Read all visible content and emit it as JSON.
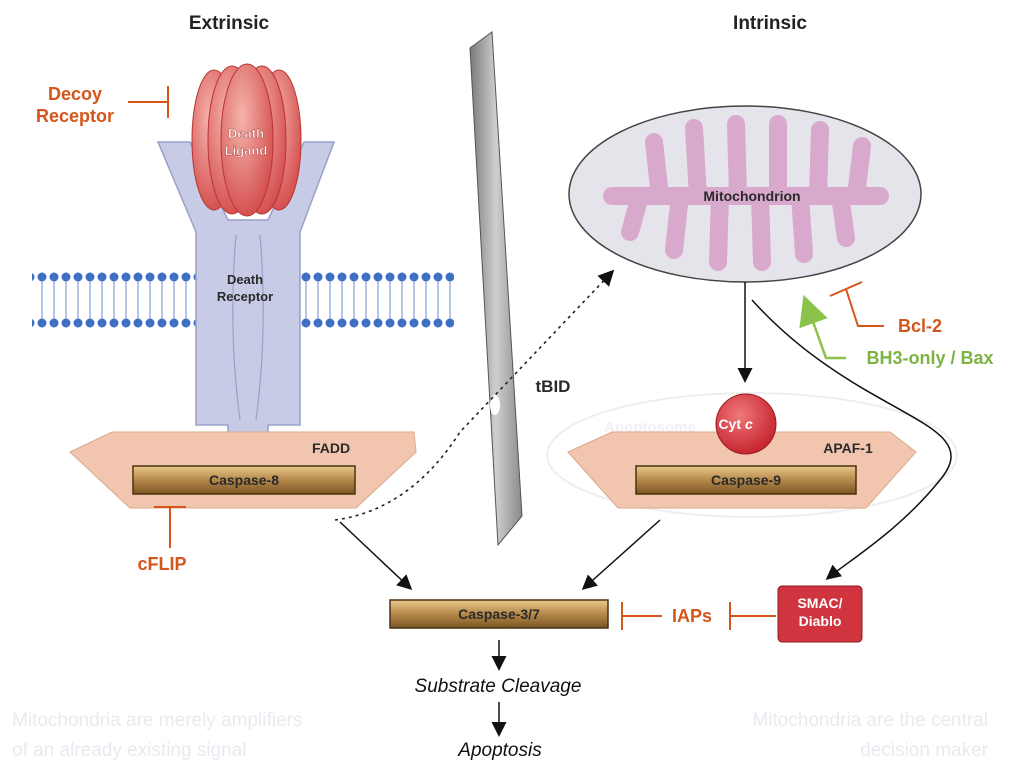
{
  "headers": {
    "extrinsic": "Extrinsic",
    "intrinsic": "Intrinsic"
  },
  "inhibitors": {
    "decoy_receptor_1": "Decoy",
    "decoy_receptor_2": "Receptor",
    "cflip": "cFLIP",
    "bcl2": "Bcl-2",
    "iaps": "IAPs"
  },
  "activators": {
    "bh3_bax": "BH3-only / Bax"
  },
  "extrinsic_path": {
    "death_ligand_1": "Death",
    "death_ligand_2": "Ligand",
    "death_receptor_1": "Death",
    "death_receptor_2": "Receptor",
    "fadd": "FADD",
    "caspase8": "Caspase-8"
  },
  "intrinsic_path": {
    "mitochondrion": "Mitochondrion",
    "apoptosome": "Apoptosome",
    "cyt_c": "Cyt",
    "cyt_c_italic": "c",
    "apaf1": "APAF-1",
    "caspase9": "Caspase-9",
    "smac_1": "SMAC/",
    "smac_2": "Diablo"
  },
  "tbid": "tBID",
  "center": {
    "caspase37": "Caspase-3/7",
    "substrate_cleavage": "Substrate Cleavage",
    "apoptosis": "Apoptosis"
  },
  "captions": {
    "left_1": "Mitochondria are merely amplifiers",
    "left_2": "of an already existing signal",
    "right_1": "Mitochondria are the central",
    "right_2": "decision maker"
  },
  "colors": {
    "inhibitor": "#d4561c",
    "activator": "#7cb342",
    "receptor": "#c8cbe6",
    "adaptor": "#f2c6ae",
    "caspase": "#b5894a",
    "mitochondrion": "#d8a9cc"
  }
}
